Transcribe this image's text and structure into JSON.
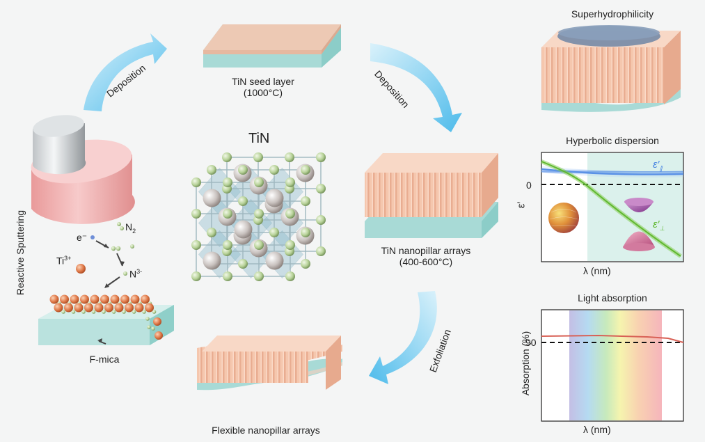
{
  "labels": {
    "seed_layer": "TiN seed layer",
    "seed_temp": "(1000°C)",
    "deposition_left": "Deposition",
    "deposition_right": "Deposition",
    "reactive_sputtering": "Reactive Sputtering",
    "tin": "TiN",
    "nanopillar_arrays": "TiN nanopillar arrays",
    "nanopillar_temp": "(400-600°C)",
    "exfoliation": "Exfoliation",
    "flexible_arrays": "Flexible nanopillar arrays",
    "fmica": "F-mica",
    "electron": "e⁻",
    "n2": "N",
    "n2_sub": "2",
    "ti3": "Ti",
    "ti3_sup": "3+",
    "n3": "N",
    "n3_sup": "3-"
  },
  "panels": {
    "superhydro": {
      "title": "Superhydrophilicity"
    },
    "hyperbolic": {
      "title": "Hyperbolic dispersion",
      "ylabel": "ε′",
      "xlabel": "λ (nm)",
      "zero_tick": "0",
      "eps_par": "ε′",
      "eps_par_sub": "∥",
      "eps_perp": "ε′",
      "eps_perp_sub": "⊥"
    },
    "absorption": {
      "title": "Light absorption",
      "ylabel": "Absorption (%)",
      "xlabel": "λ (nm)",
      "tick_90": "90"
    }
  },
  "colors": {
    "arrow_blue": "#6cc8ee",
    "mica": "#a8dcd8",
    "pillar": "#f3c4ab",
    "cathode": "#f1a9a9",
    "ti_ball": "#e07a4a",
    "n_ball": "#b9d49a",
    "par_line": "#6a9ee8",
    "perp_line": "#79c443",
    "abs_line": "#d86055"
  }
}
